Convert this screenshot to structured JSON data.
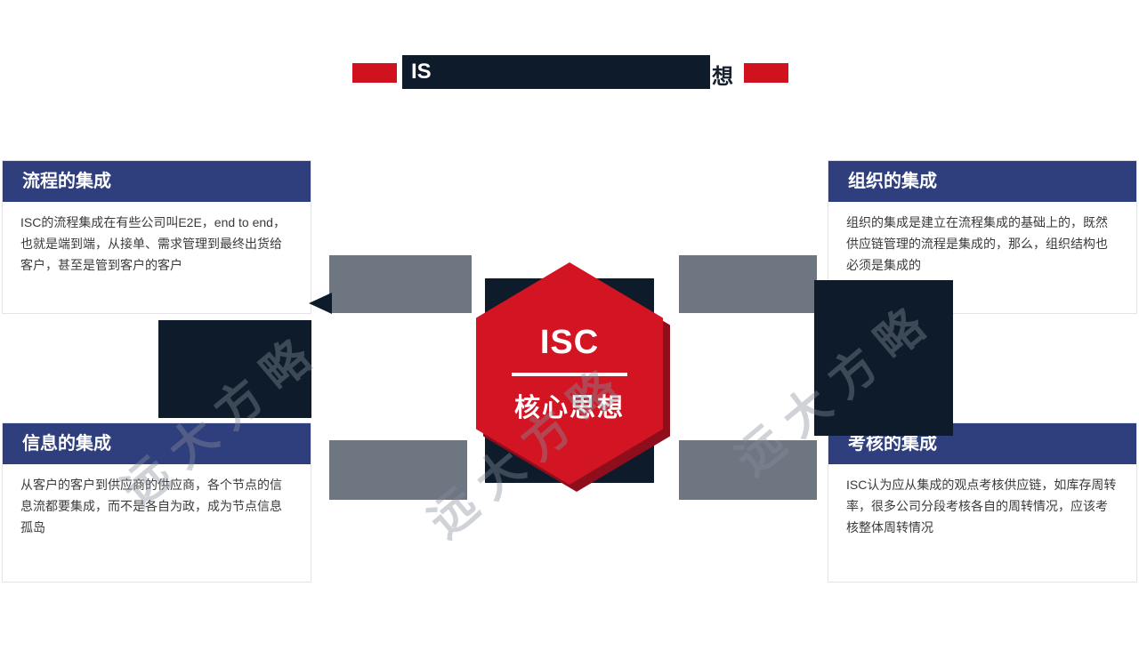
{
  "title": {
    "visible_left_fragment": "IS",
    "visible_right_fragment": "想",
    "accent_color": "#d0121f"
  },
  "center": {
    "line1": "ISC",
    "line2": "核心思想",
    "hexagon_color": "#d21423",
    "hexagon_shadow_color": "#8e0f1b"
  },
  "cards": {
    "process": {
      "title": "流程的集成",
      "body": "ISC的流程集成在有些公司叫E2E，end to end，也就是端到端，从接单、需求管理到最终出货给客户，甚至是管到客户的客户"
    },
    "organization": {
      "title": "组织的集成",
      "body": "组织的集成是建立在流程集成的基础上的，既然供应链管理的流程是集成的，那么，组织结构也必须是集成的"
    },
    "information": {
      "title": "信息的集成",
      "body": "从客户的客户到供应商的供应商，各个节点的信息流都要集成，而不是各自为政，成为节点信息孤岛"
    },
    "assessment": {
      "title": "考核的集成",
      "body": "ISC认为应从集成的观点考核供应链，如库存周转率，很多公司分段考核各自的周转情况，应该考核整体周转情况"
    }
  },
  "watermark": {
    "text": "远大方略"
  },
  "colors": {
    "card_header_blue": "#2f3e7c",
    "connector_gray": "#6e7682",
    "redaction_navy": "#0d1b2a",
    "accent_red": "#d0121f"
  }
}
